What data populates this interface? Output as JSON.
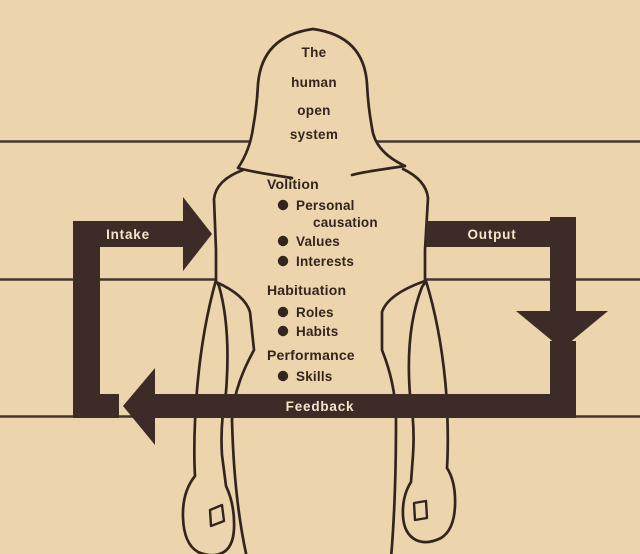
{
  "title": "The human open system",
  "head": {
    "lines": [
      "The",
      "human",
      "open",
      "system"
    ]
  },
  "sections": [
    {
      "title": "Volition",
      "lines": [
        {
          "text": "Personal",
          "bullet": true
        },
        {
          "text": "causation",
          "bullet": false
        },
        {
          "text": "Values",
          "bullet": true
        },
        {
          "text": "Interests",
          "bullet": true
        }
      ]
    },
    {
      "title": "Habituation",
      "lines": [
        {
          "text": "Roles",
          "bullet": true
        },
        {
          "text": "Habits",
          "bullet": true
        }
      ]
    },
    {
      "title": "Performance",
      "lines": [
        {
          "text": "Skills",
          "bullet": true
        }
      ]
    }
  ],
  "arrows": {
    "intake": "Intake",
    "output": "Output",
    "feedback": "Feedback"
  },
  "colors": {
    "background": "#ecd5ad",
    "ink": "#33241f",
    "arrow": "#3d2b28",
    "arrow_label": "#f4e6c8"
  }
}
